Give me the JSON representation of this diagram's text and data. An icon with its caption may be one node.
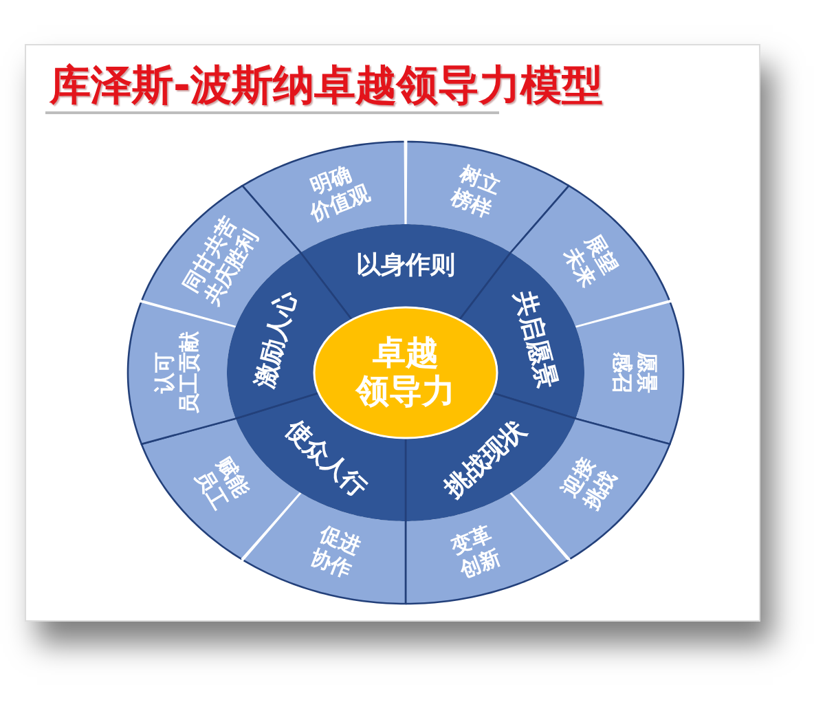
{
  "diagram": {
    "title": "库泽斯-波斯纳卓越领导力模型",
    "nodes": [
      {
        "text": [
          "卓越领导力"
        ]
      },
      {
        "text": [
          "以身作则"
        ]
      },
      {
        "text": [
          "共启愿景"
        ]
      },
      {
        "text": [
          "挑战现状"
        ]
      },
      {
        "text": [
          "使众人行"
        ]
      },
      {
        "text": [
          "激励人心"
        ]
      },
      {
        "text": [
          "明确价值观"
        ]
      },
      {
        "text": [
          "树立榜样"
        ]
      },
      {
        "text": [
          "展望未来"
        ]
      },
      {
        "text": [
          "愿景感召"
        ]
      },
      {
        "text": [
          "迎接挑战"
        ]
      },
      {
        "text": [
          "变革创新"
        ]
      },
      {
        "text": [
          "促进协作"
        ]
      },
      {
        "text": [
          "赋能员工"
        ]
      },
      {
        "text": [
          "认可员工贡献"
        ]
      },
      {
        "text": [
          "同甘共苦共庆胜利"
        ]
      }
    ]
  }
}
